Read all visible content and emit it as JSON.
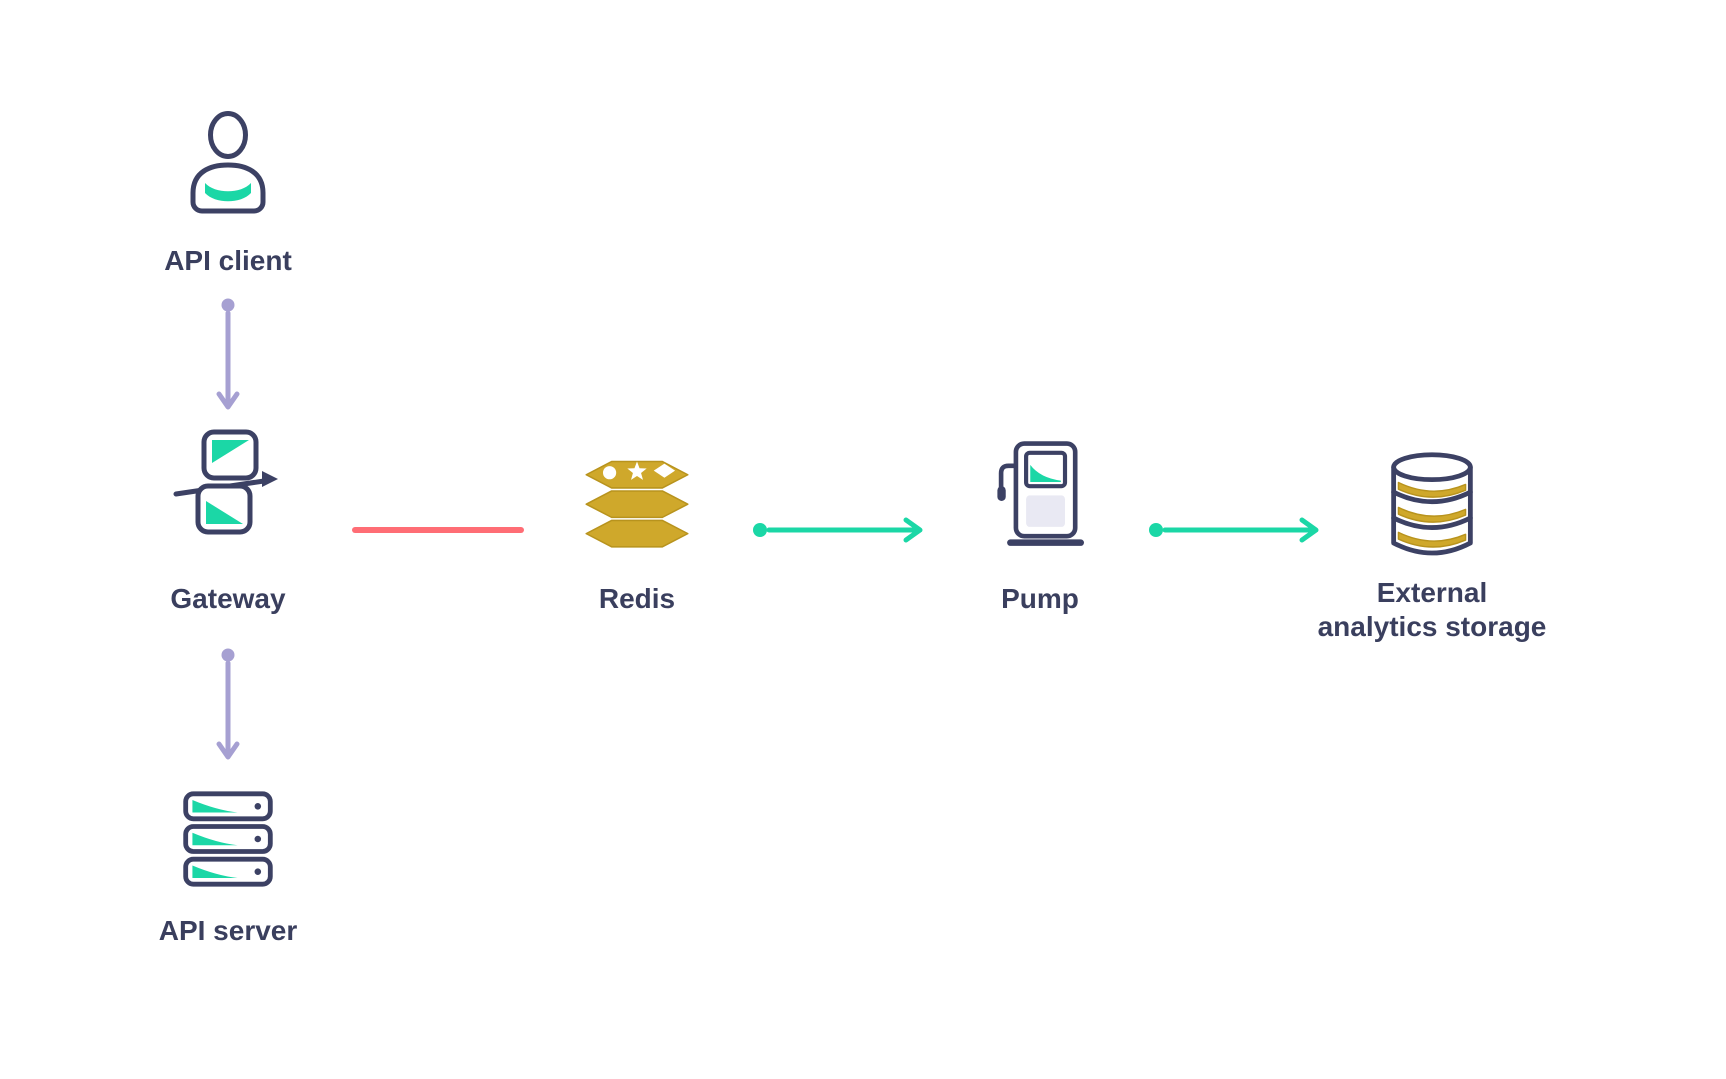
{
  "diagram_type": "architecture-flow",
  "nodes": {
    "api_client": {
      "label": "API client",
      "icon": "person-icon"
    },
    "gateway": {
      "label": "Gateway",
      "icon": "gateway-icon"
    },
    "api_server": {
      "label": "API server",
      "icon": "server-stack-icon"
    },
    "redis": {
      "label": "Redis",
      "icon": "redis-icon"
    },
    "pump": {
      "label": "Pump",
      "icon": "fuel-pump-icon"
    },
    "external_storage": {
      "label": "External analytics storage",
      "label_lines": [
        "External",
        "analytics storage"
      ],
      "icon": "database-icon"
    }
  },
  "edges": [
    {
      "from": "api_client",
      "to": "gateway",
      "style": "purple-arrow-down"
    },
    {
      "from": "gateway",
      "to": "api_server",
      "style": "purple-arrow-down"
    },
    {
      "from": "gateway",
      "to": "redis",
      "style": "red-line"
    },
    {
      "from": "redis",
      "to": "pump",
      "style": "teal-arrow-right"
    },
    {
      "from": "pump",
      "to": "external_storage",
      "style": "teal-arrow-right"
    }
  ],
  "colors": {
    "outline_navy": "#3c4164",
    "accent_teal": "#1bd7a6",
    "connector_purple": "#a6a0d2",
    "connector_red": "#ff6d75",
    "redis_gold": "#cfa82b",
    "label_text": "#3a3f5e",
    "background": "#ffffff"
  }
}
